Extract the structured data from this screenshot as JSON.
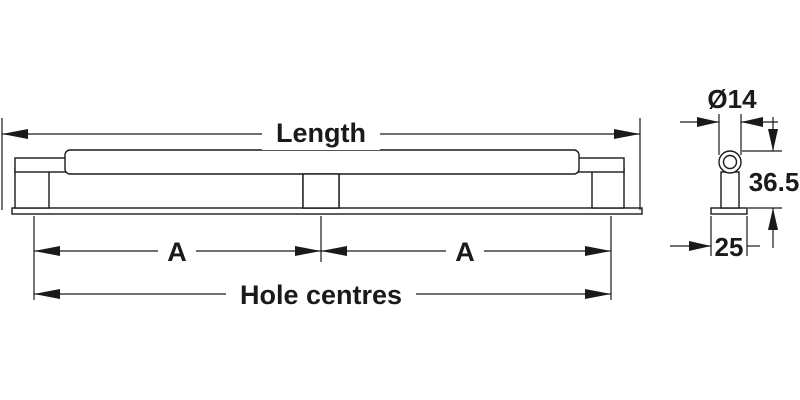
{
  "front_view": {
    "length_label": "Length",
    "centre_spacing_label_left": "A",
    "centre_spacing_label_right": "A",
    "hole_centres_label": "Hole centres"
  },
  "side_view": {
    "diameter_label": "Ø14",
    "height_label": "36.5",
    "base_width_label": "25"
  },
  "colors": {
    "line": "#1a1a1a",
    "background": "#ffffff"
  }
}
